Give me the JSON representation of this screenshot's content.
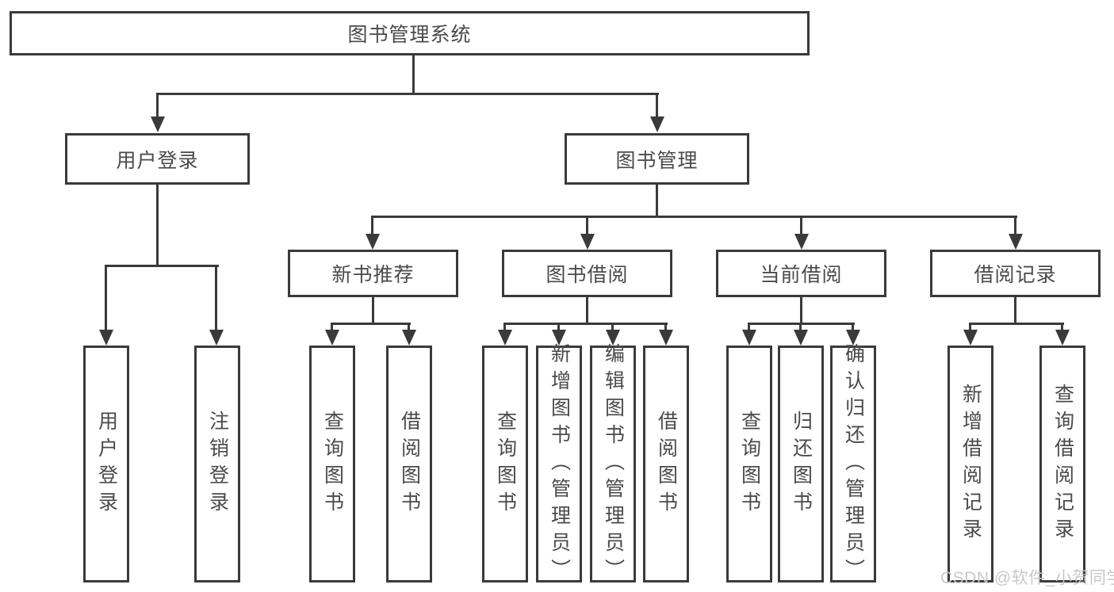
{
  "diagram_type": "hierarchy-tree",
  "watermark": "CSDN @软件_小贺同学",
  "colors": {
    "line": "#3a3a3a",
    "text": "#4a4a4a",
    "watermark": "#c8c8c8",
    "background": "#ffffff"
  },
  "root": {
    "label": "图书管理系统"
  },
  "level2": {
    "user_login": "用户登录",
    "book_management": "图书管理"
  },
  "level3": {
    "new_book_recommend": "新书推荐",
    "book_borrow": "图书借阅",
    "current_borrow": "当前借阅",
    "borrow_record": "借阅记录"
  },
  "leaves": {
    "user_login": [
      "用户登录",
      "注销登录"
    ],
    "new_book_recommend": [
      "查询图书",
      "借阅图书"
    ],
    "book_borrow": [
      "查询图书",
      "新增图书（管理员）",
      "编辑图书（管理员）",
      "借阅图书"
    ],
    "current_borrow": [
      "查询图书",
      "归还图书",
      "确认归还（管理员）"
    ],
    "borrow_record": [
      "新增借阅记录",
      "查询借阅记录"
    ]
  }
}
